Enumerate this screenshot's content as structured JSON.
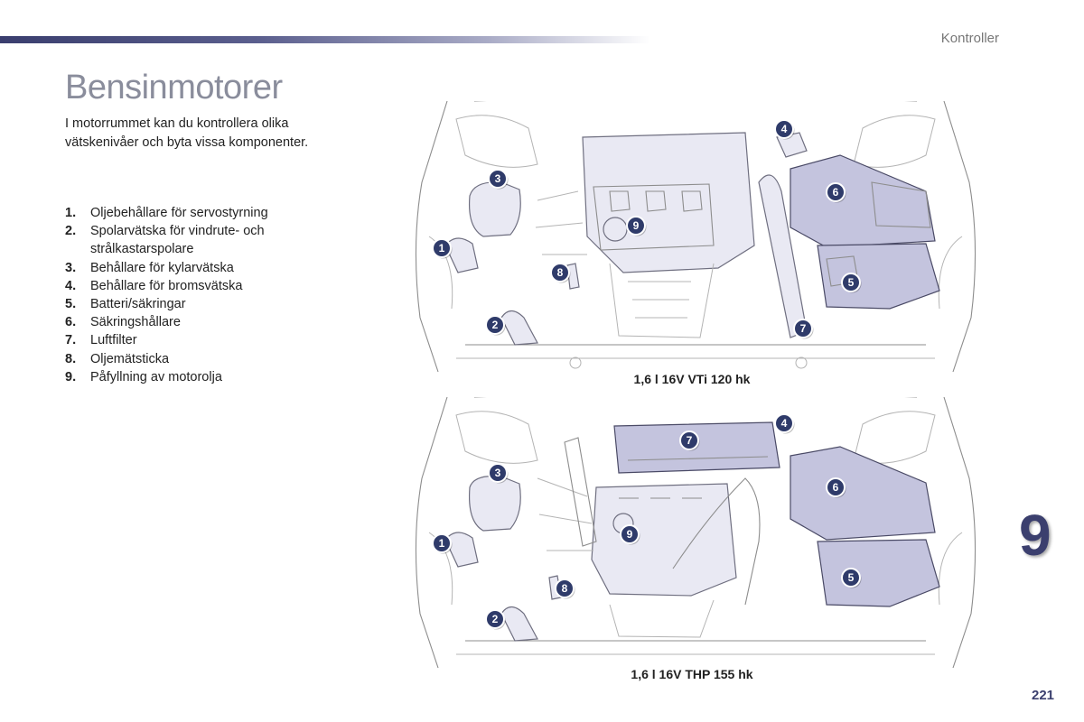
{
  "header": {
    "section": "Kontroller"
  },
  "title": "Bensinmotorer",
  "intro": "I motorrummet kan du kontrollera olika vätskenivåer och byta vissa komponenter.",
  "legend": [
    {
      "num": "1.",
      "text": "Oljebehållare för servostyrning"
    },
    {
      "num": "2.",
      "text": "Spolarvätska för vindrute- och strålkastarspolare"
    },
    {
      "num": "3.",
      "text": "Behållare för kylarvätska"
    },
    {
      "num": "4.",
      "text": "Behållare för bromsvätska"
    },
    {
      "num": "5.",
      "text": "Batteri/säkringar"
    },
    {
      "num": "6.",
      "text": "Säkringshållare"
    },
    {
      "num": "7.",
      "text": "Luftfilter"
    },
    {
      "num": "8.",
      "text": "Oljemätsticka"
    },
    {
      "num": "9.",
      "text": "Påfyllning av motorolja"
    }
  ],
  "diagrams": [
    {
      "caption": "1,6 l 16V VTi 120 hk",
      "markers": [
        "1",
        "2",
        "3",
        "4",
        "5",
        "6",
        "7",
        "8",
        "9"
      ]
    },
    {
      "caption": "1,6 l 16V THP 155 hk",
      "markers": [
        "1",
        "2",
        "3",
        "4",
        "5",
        "6",
        "7",
        "8",
        "9"
      ]
    }
  ],
  "footer": {
    "chapter": "9",
    "page_number": "221"
  },
  "colors": {
    "accent": "#3b3f6e",
    "marker": "#2f3b6a",
    "title": "#8a8d9c"
  }
}
